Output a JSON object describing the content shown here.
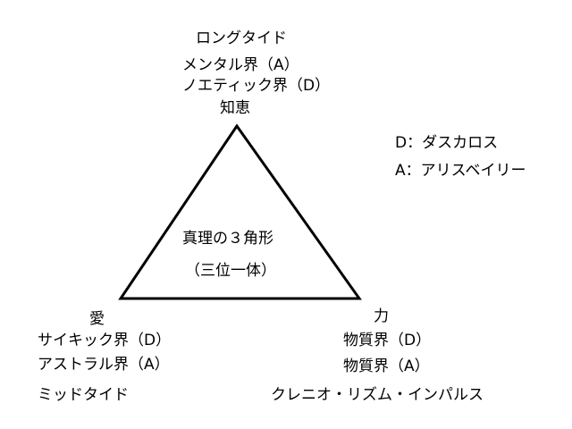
{
  "colors": {
    "background": "#ffffff",
    "line": "#000000",
    "text": "#000000"
  },
  "top": {
    "lines": [
      "ロングタイド",
      "メンタル界（A）",
      "ノエティック界（D）",
      "知恵"
    ]
  },
  "legend": {
    "d": "D：ダスカロス",
    "a": "A：アリスベイリー"
  },
  "center": {
    "title": "真理の３角形",
    "subtitle": "（三位一体）"
  },
  "left": {
    "lines": [
      "愛",
      "サイキック界（D）",
      "アストラル界（A）",
      "ミッドタイド"
    ]
  },
  "right": {
    "lines": [
      "力",
      "物質界（D）",
      "物質界（A）",
      "クレニオ・リズム・インパルス"
    ]
  }
}
